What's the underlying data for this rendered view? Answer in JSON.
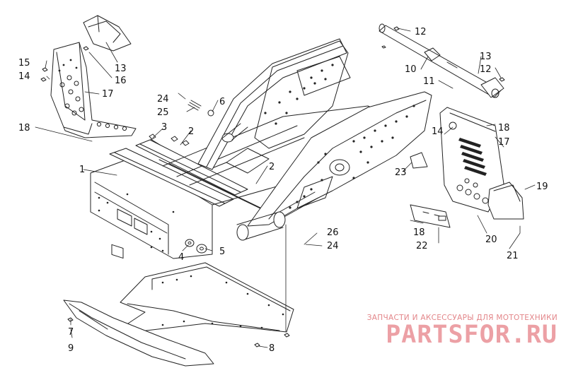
{
  "callouts": [
    {
      "id": "c1",
      "text": "1"
    },
    {
      "id": "c2a",
      "text": "2"
    },
    {
      "id": "c2b",
      "text": "2"
    },
    {
      "id": "c3",
      "text": "3"
    },
    {
      "id": "c4",
      "text": "4"
    },
    {
      "id": "c5",
      "text": "5"
    },
    {
      "id": "c6",
      "text": "6"
    },
    {
      "id": "c7",
      "text": "7"
    },
    {
      "id": "c8",
      "text": "8"
    },
    {
      "id": "c9",
      "text": "9"
    },
    {
      "id": "c10",
      "text": "10"
    },
    {
      "id": "c11",
      "text": "11"
    },
    {
      "id": "c12a",
      "text": "12"
    },
    {
      "id": "c12b",
      "text": "12"
    },
    {
      "id": "c13a",
      "text": "13"
    },
    {
      "id": "c13b",
      "text": "13"
    },
    {
      "id": "c14a",
      "text": "14"
    },
    {
      "id": "c14b",
      "text": "14"
    },
    {
      "id": "c15",
      "text": "15"
    },
    {
      "id": "c16",
      "text": "16"
    },
    {
      "id": "c17a",
      "text": "17"
    },
    {
      "id": "c17b",
      "text": "17"
    },
    {
      "id": "c18a",
      "text": "18"
    },
    {
      "id": "c18b",
      "text": "18"
    },
    {
      "id": "c18c",
      "text": "18"
    },
    {
      "id": "c19",
      "text": "19"
    },
    {
      "id": "c20",
      "text": "20"
    },
    {
      "id": "c21",
      "text": "21"
    },
    {
      "id": "c22",
      "text": "22"
    },
    {
      "id": "c23",
      "text": "23"
    },
    {
      "id": "c24a",
      "text": "24"
    },
    {
      "id": "c24b",
      "text": "24"
    },
    {
      "id": "c25",
      "text": "25"
    },
    {
      "id": "c26",
      "text": "26"
    }
  ],
  "watermark": {
    "tagline": "ЗАПЧАСТИ И АКСЕССУАРЫ ДЛЯ МОТОТЕХНИКИ",
    "logo": "PARTSFOR.RU"
  },
  "colors": {
    "line": "#222222",
    "watermark": "#cc1f26"
  }
}
